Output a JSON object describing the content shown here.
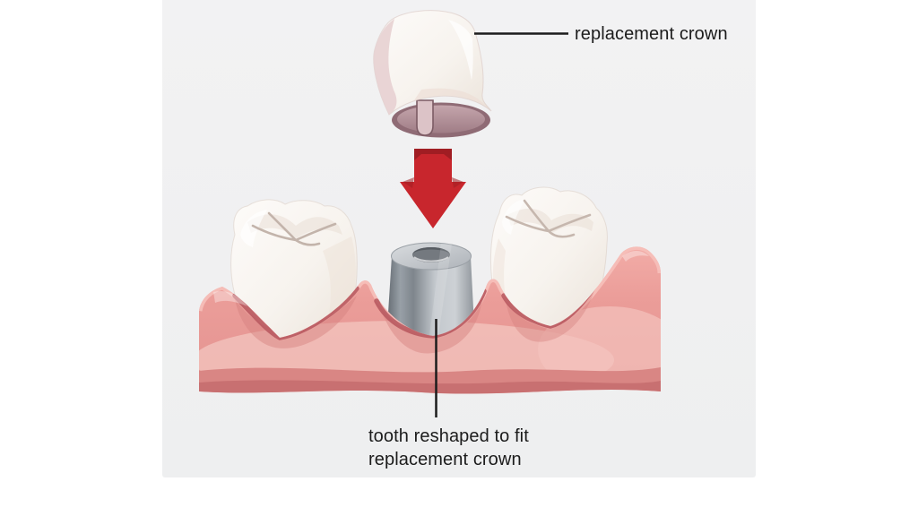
{
  "figure": {
    "description": "dental crown procedure diagram",
    "labels": {
      "crown": "replacement crown",
      "reshaped_line1": "tooth reshaped to fit",
      "reshaped_line2": "replacement crown"
    },
    "colors": {
      "panel_bg": "#f0f0f1",
      "arrow_red": "#c8262d",
      "arrow_red_dark": "#9e1c23",
      "gum_pink": "#ea9a96",
      "gum_highlight": "#f6c0ba",
      "gum_dark_band": "#c87071",
      "socket_rim": "#b95a61",
      "metal_gray": "#b3b8bd",
      "tooth_ivory": "#f8f5f1",
      "crown_interior": "#a9868f",
      "label_text": "#1c1c1c"
    }
  }
}
